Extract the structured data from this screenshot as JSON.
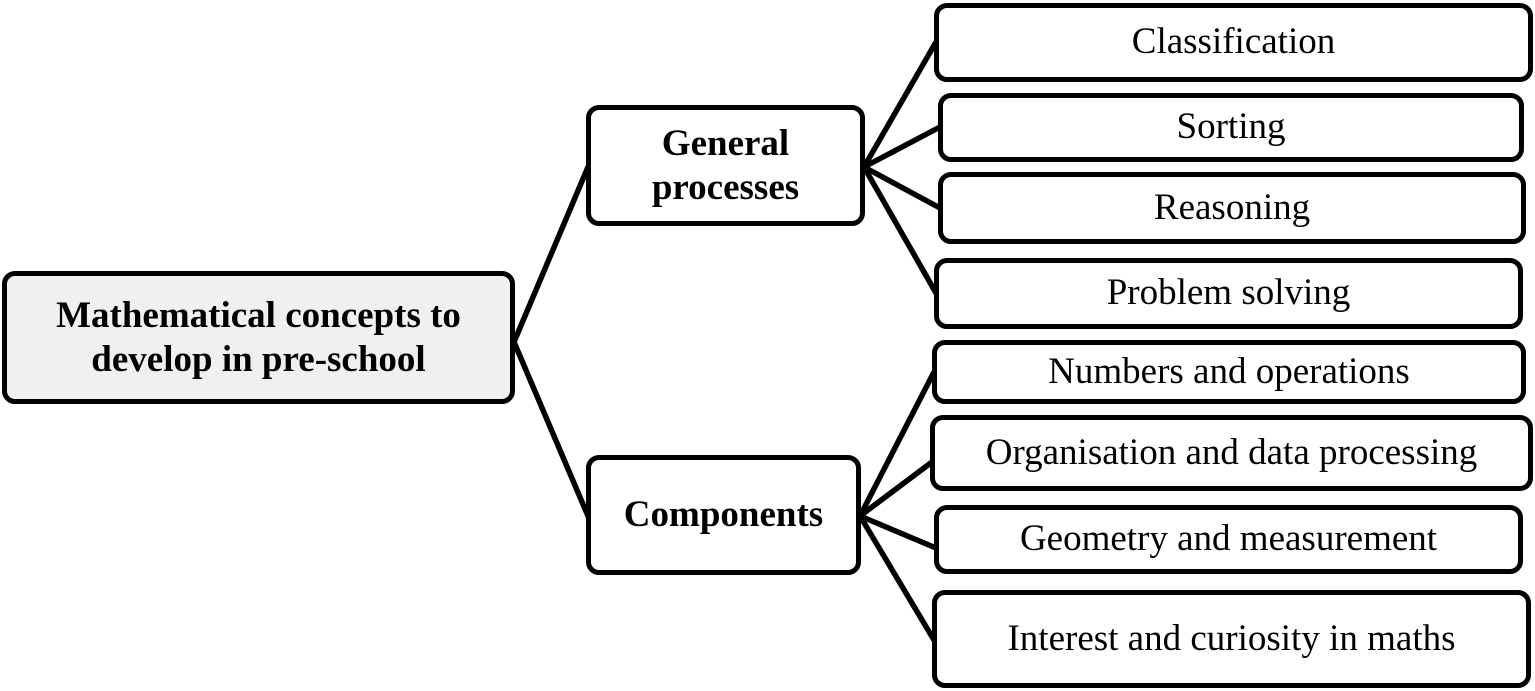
{
  "diagram": {
    "title": "Mathematical concepts to develop in pre-school",
    "type": "hierarchy-tree",
    "root": {
      "label": "Mathematical concepts to develop in pre-school",
      "fill_color": "#f0f0f0",
      "border_color": "#000000",
      "text_color": "#000000"
    },
    "branches": [
      {
        "label": "General processes",
        "fill_color": "#ffffff",
        "leaves": [
          {
            "label": "Classification"
          },
          {
            "label": "Sorting"
          },
          {
            "label": "Reasoning"
          },
          {
            "label": "Problem solving"
          }
        ]
      },
      {
        "label": "Components",
        "fill_color": "#ffffff",
        "leaves": [
          {
            "label": "Numbers and operations"
          },
          {
            "label": "Organisation and data processing"
          },
          {
            "label": "Geometry and measurement"
          },
          {
            "label": "Interest and curiosity in maths"
          }
        ]
      }
    ]
  }
}
